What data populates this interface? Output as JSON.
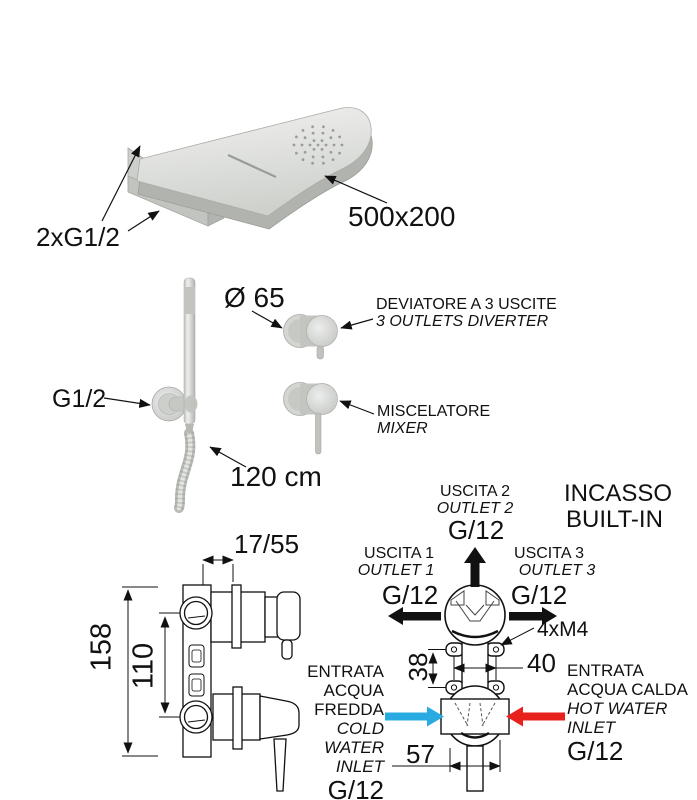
{
  "colors": {
    "cold": "#29abe2",
    "hot": "#e8211d",
    "ink": "#111111"
  },
  "head": {
    "connections": "2xG1/2",
    "size": "500x200"
  },
  "handset": {
    "thread": "G1/2",
    "hose_length": "120 cm"
  },
  "controls": {
    "diameter": "Ø 65",
    "diverter_it": "DEVIATORE A 3 USCITE",
    "diverter_en": "3 OUTLETS DIVERTER",
    "mixer_it": "MISCELATORE",
    "mixer_en": "MIXER"
  },
  "builtin": {
    "title_it": "INCASSO",
    "title_en": "BUILT-IN",
    "outlet1": {
      "it": "USCITA 1",
      "en": "OUTLET 1",
      "thread": "G/12"
    },
    "outlet2": {
      "it": "USCITA 2",
      "en": "OUTLET 2",
      "thread": "G/12"
    },
    "outlet3": {
      "it": "USCITA 3",
      "en": "OUTLET 3",
      "thread": "G/12"
    },
    "screws": "4xM4",
    "cold_inlet": {
      "it1": "ENTRATA",
      "it2": "ACQUA",
      "it3": "FREDDA",
      "en1": "COLD",
      "en2": "WATER",
      "en3": "INLET",
      "thread": "G/12"
    },
    "hot_inlet": {
      "it1": "ENTRATA",
      "it2": "ACQUA CALDA",
      "en1": "HOT WATER",
      "en2": "INLET",
      "thread": "G/12"
    },
    "dims": {
      "depth": "17/55",
      "height": "158",
      "centers": "110",
      "lug_v": "38",
      "lug_h": "40",
      "width": "57"
    }
  }
}
